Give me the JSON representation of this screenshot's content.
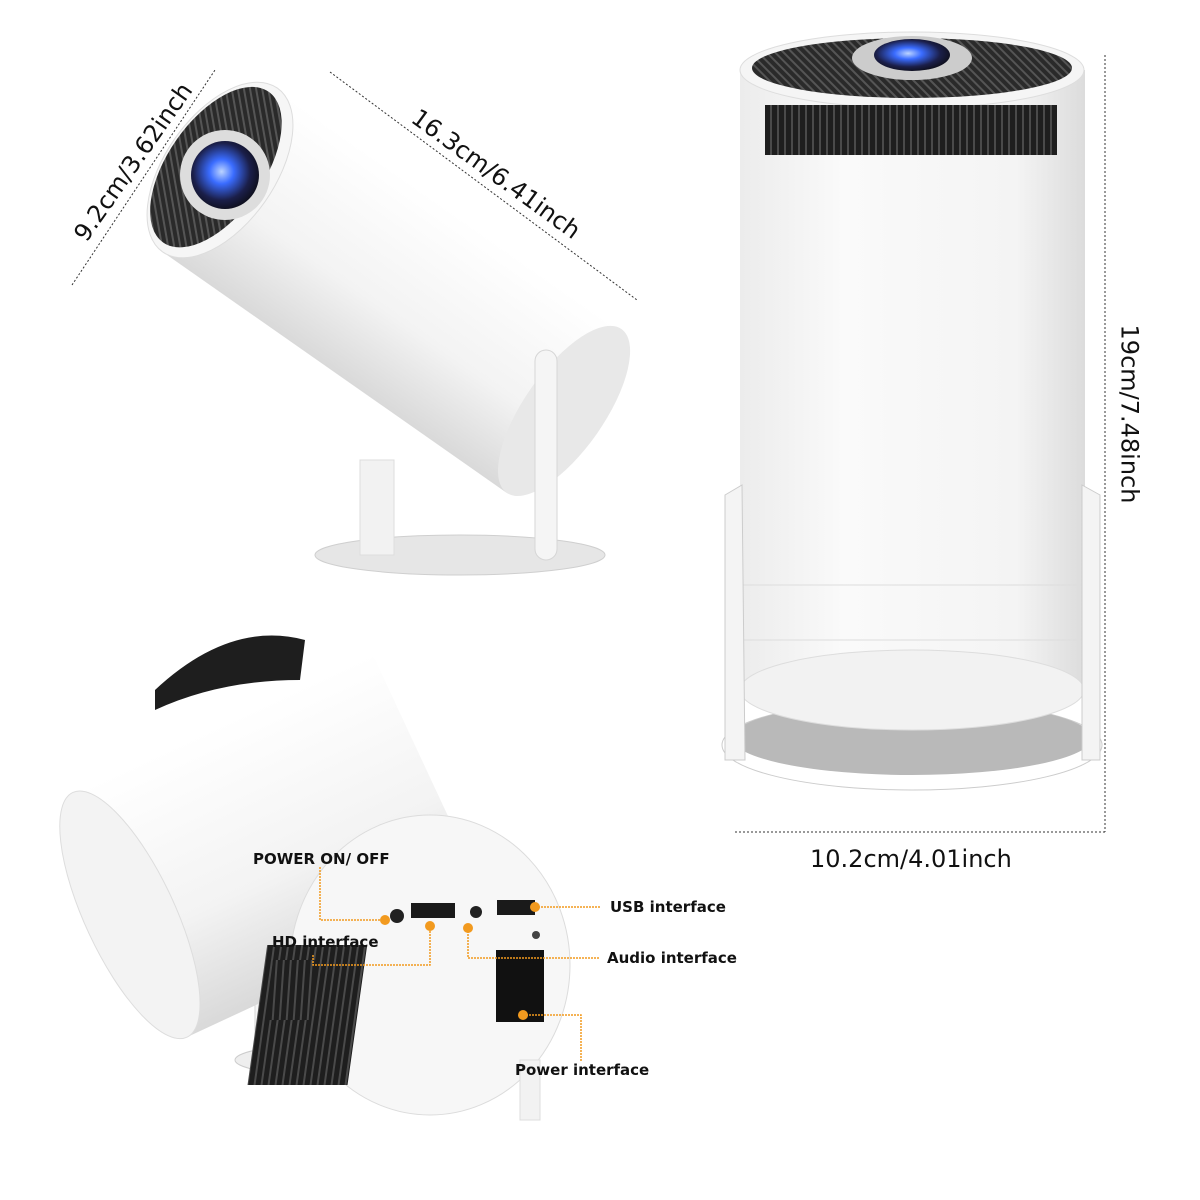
{
  "dimensions": {
    "diameter": "9.2cm/3.62inch",
    "length": "16.3cm/6.41inch",
    "height": "19cm/7.48inch",
    "width": "10.2cm/4.01inch"
  },
  "callouts": {
    "power_switch": "POWER ON/ OFF",
    "hd": "HD interface",
    "usb": "USB interface",
    "audio": "Audio interface",
    "power": "Power interface"
  },
  "colors": {
    "callout": "#f29a1f",
    "body": "#f7f7f7",
    "grille": "#2a2a2a",
    "lens": "#3a6cff"
  }
}
